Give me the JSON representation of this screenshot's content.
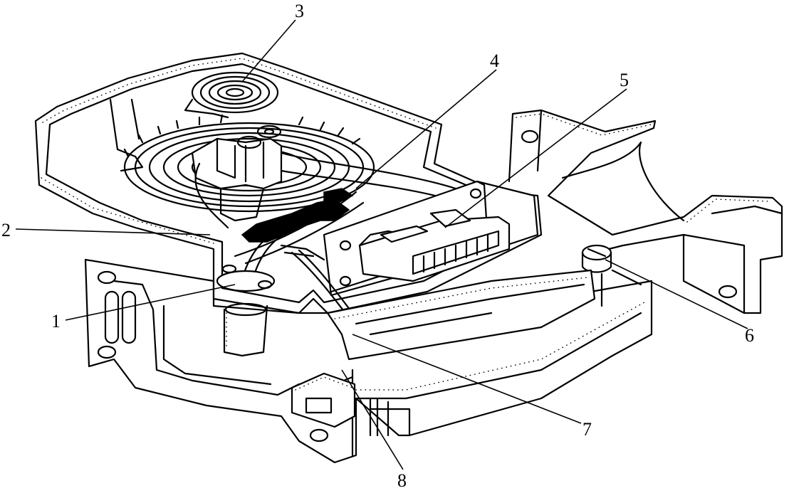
{
  "figure": {
    "callouts": [
      {
        "id": "1",
        "text": "1"
      },
      {
        "id": "2",
        "text": "2"
      },
      {
        "id": "3",
        "text": "3"
      },
      {
        "id": "4",
        "text": "4"
      },
      {
        "id": "5",
        "text": "5"
      },
      {
        "id": "6",
        "text": "6"
      },
      {
        "id": "7",
        "text": "7"
      },
      {
        "id": "8",
        "text": "8"
      }
    ]
  }
}
